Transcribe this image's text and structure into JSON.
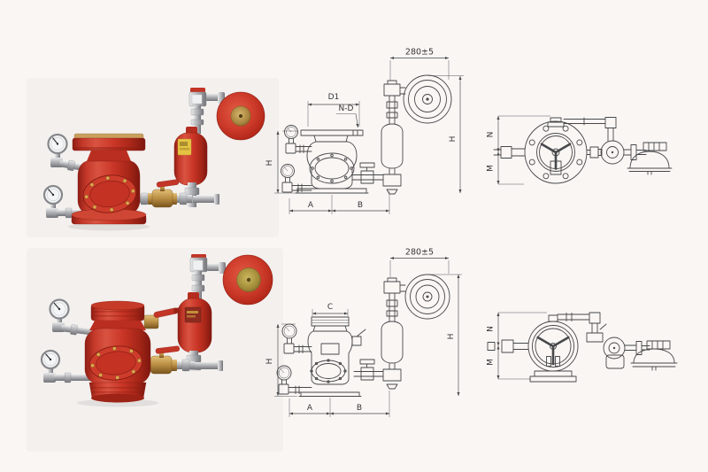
{
  "page": {
    "background": "#faf6f4",
    "drawing_line_color": "#47484a"
  },
  "colors": {
    "valve_red": "#c63527",
    "gong_red": "#cd3b2a",
    "brass": "#b98d42",
    "gold_disc": "#a18b38",
    "silver": "#b0b1b5",
    "label_yellow": "#e5c443",
    "label_maroon": "#8d2b1f"
  },
  "rows": [
    {
      "side_drawing": {
        "dim_width": "280±5",
        "dim_flange": "D1",
        "dim_bolts": "N-D",
        "dim_height_left": "H",
        "dim_height_right": "H",
        "dim_a": "A",
        "dim_b": "B"
      },
      "top_drawing": {
        "dim_n": "N",
        "dim_m": "M"
      }
    },
    {
      "side_drawing": {
        "dim_width": "280±5",
        "dim_body": "C",
        "dim_height_left": "H",
        "dim_height_right": "H",
        "dim_a": "A",
        "dim_b": "B"
      },
      "top_drawing": {
        "dim_n": "N",
        "dim_m": "M"
      }
    }
  ]
}
